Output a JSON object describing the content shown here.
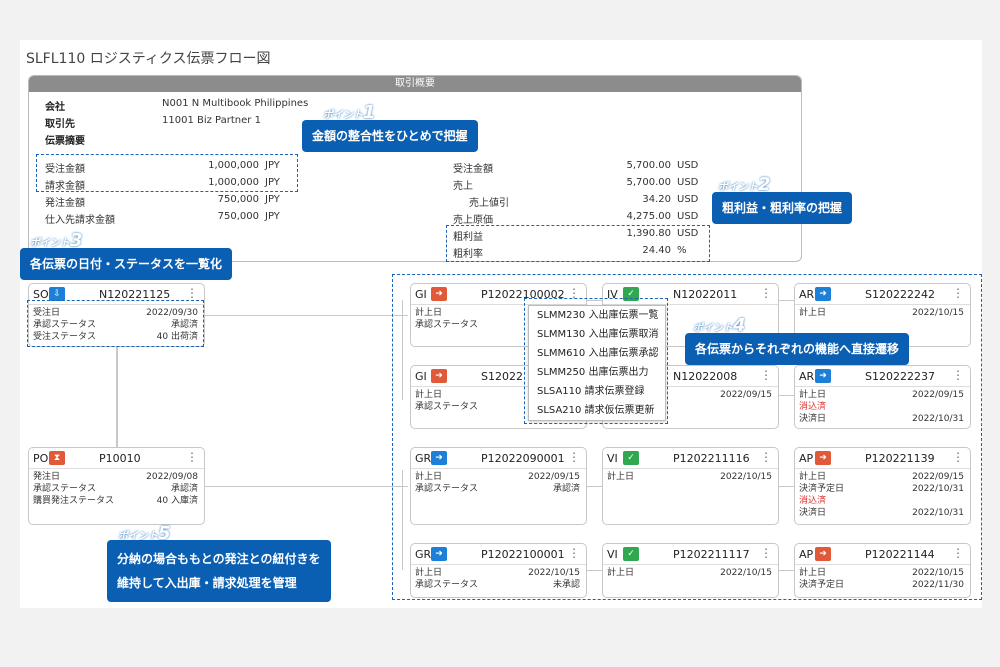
{
  "app": {
    "title": "SLFL110 ロジスティクス伝票フロー図"
  },
  "summary": {
    "header": "取引概要",
    "company_label": "会社",
    "company_value": "N001 N Multibook Philippines",
    "partner_label": "取引先",
    "partner_value": "11001 Biz Partner 1",
    "memo_label": "伝票摘要",
    "left_rows": [
      {
        "label": "受注金額",
        "value": "1,000,000",
        "unit": "JPY"
      },
      {
        "label": "請求金額",
        "value": "1,000,000",
        "unit": "JPY"
      },
      {
        "label": "発注金額",
        "value": "750,000",
        "unit": "JPY"
      },
      {
        "label": "仕入先請求金額",
        "value": "750,000",
        "unit": "JPY"
      }
    ],
    "right_rows": [
      {
        "label": "受注金額",
        "value": "5,700.00",
        "unit": "USD"
      },
      {
        "label": "売上",
        "value": "5,700.00",
        "unit": "USD"
      },
      {
        "label": "売上値引",
        "value": "34.20",
        "unit": "USD"
      },
      {
        "label": "売上原価",
        "value": "4,275.00",
        "unit": "USD"
      },
      {
        "label": "粗利益",
        "value": "1,390.80",
        "unit": "USD"
      },
      {
        "label": "粗利率",
        "value": "24.40",
        "unit": "%"
      }
    ]
  },
  "cards": {
    "so": {
      "type": "SO",
      "no": "N120221125",
      "rows": [
        [
          "受注日",
          "2022/09/30"
        ],
        [
          "承認ステータス",
          "承認済"
        ],
        [
          "受注ステータス",
          "40 出荷済"
        ]
      ]
    },
    "po": {
      "type": "PO",
      "no": "P10010",
      "rows": [
        [
          "発注日",
          "2022/09/08"
        ],
        [
          "承認ステータス",
          "承認済"
        ],
        [
          "購買発注ステータス",
          "40 入庫済"
        ]
      ]
    },
    "gi1": {
      "type": "GI",
      "no": "P12022100002",
      "rows": [
        [
          "計上日",
          ""
        ],
        [
          "承認ステータス",
          ""
        ]
      ]
    },
    "gi2": {
      "type": "GI",
      "no": "S12022",
      "rows": [
        [
          "計上日",
          ""
        ],
        [
          "承認ステータス",
          ""
        ]
      ]
    },
    "gr1": {
      "type": "GR",
      "no": "P12022090001",
      "rows": [
        [
          "計上日",
          "2022/09/15"
        ],
        [
          "承認ステータス",
          "承認済"
        ]
      ]
    },
    "gr2": {
      "type": "GR",
      "no": "P12022100001",
      "rows": [
        [
          "計上日",
          "2022/10/15"
        ],
        [
          "承認ステータス",
          "未承認"
        ]
      ]
    },
    "iv1": {
      "type": "IV",
      "no": "N12022011",
      "rows": [
        [
          "",
          ""
        ]
      ]
    },
    "iv2": {
      "type": "",
      "no": "N12022008",
      "rows": [
        [
          "",
          "2022/09/15"
        ]
      ]
    },
    "vi1": {
      "type": "VI",
      "no": "P1202211116",
      "rows": [
        [
          "計上日",
          "2022/10/15"
        ]
      ]
    },
    "vi2": {
      "type": "VI",
      "no": "P1202211117",
      "rows": [
        [
          "計上日",
          "2022/10/15"
        ]
      ]
    },
    "ar1": {
      "type": "AR",
      "no": "S120222242",
      "rows": [
        [
          "計上日",
          "2022/10/15"
        ]
      ]
    },
    "ar2": {
      "type": "AR",
      "no": "S120222237",
      "rows": [
        [
          "計上日",
          "2022/09/15"
        ],
        [
          "消込済",
          ""
        ],
        [
          "決済日",
          "2022/10/31"
        ]
      ]
    },
    "ap1": {
      "type": "AP",
      "no": "P120221139",
      "rows": [
        [
          "計上日",
          "2022/09/15"
        ],
        [
          "決済予定日",
          "2022/10/31"
        ],
        [
          "消込済",
          ""
        ],
        [
          "決済日",
          "2022/10/31"
        ]
      ]
    },
    "ap2": {
      "type": "AP",
      "no": "P120221144",
      "rows": [
        [
          "計上日",
          "2022/10/15"
        ],
        [
          "決済予定日",
          "2022/11/30"
        ]
      ]
    }
  },
  "menu": {
    "items": [
      "SLMM230 入出庫伝票一覧",
      "SLMM130 入出庫伝票取消",
      "SLMM610 入出庫伝票承認",
      "SLMM250 出庫伝票出力",
      "SLSA110 請求伝票登録",
      "SLSA210 請求仮伝票更新"
    ]
  },
  "callouts": {
    "p1": {
      "point": "ポイント",
      "num": "1",
      "text": "金額の整合性をひとめで把握"
    },
    "p2": {
      "point": "ポイント",
      "num": "2",
      "text": "粗利益・粗利率の把握"
    },
    "p3": {
      "point": "ポイント",
      "num": "3",
      "text": "各伝票の日付・ステータスを一覧化"
    },
    "p4": {
      "point": "ポイント",
      "num": "4",
      "text": "各伝票からそれぞれの機能へ直接遷移"
    },
    "p5": {
      "point": "ポイント",
      "num": "5",
      "text1": "分納の場合ももとの発注との紐付きを",
      "text2": "維持して入出庫・請求処理を管理"
    }
  },
  "colors": {
    "accent": "#0b5fb3",
    "icon_blue": "#1e7fd8",
    "icon_red": "#e05a3a",
    "icon_green": "#2fa84f"
  }
}
